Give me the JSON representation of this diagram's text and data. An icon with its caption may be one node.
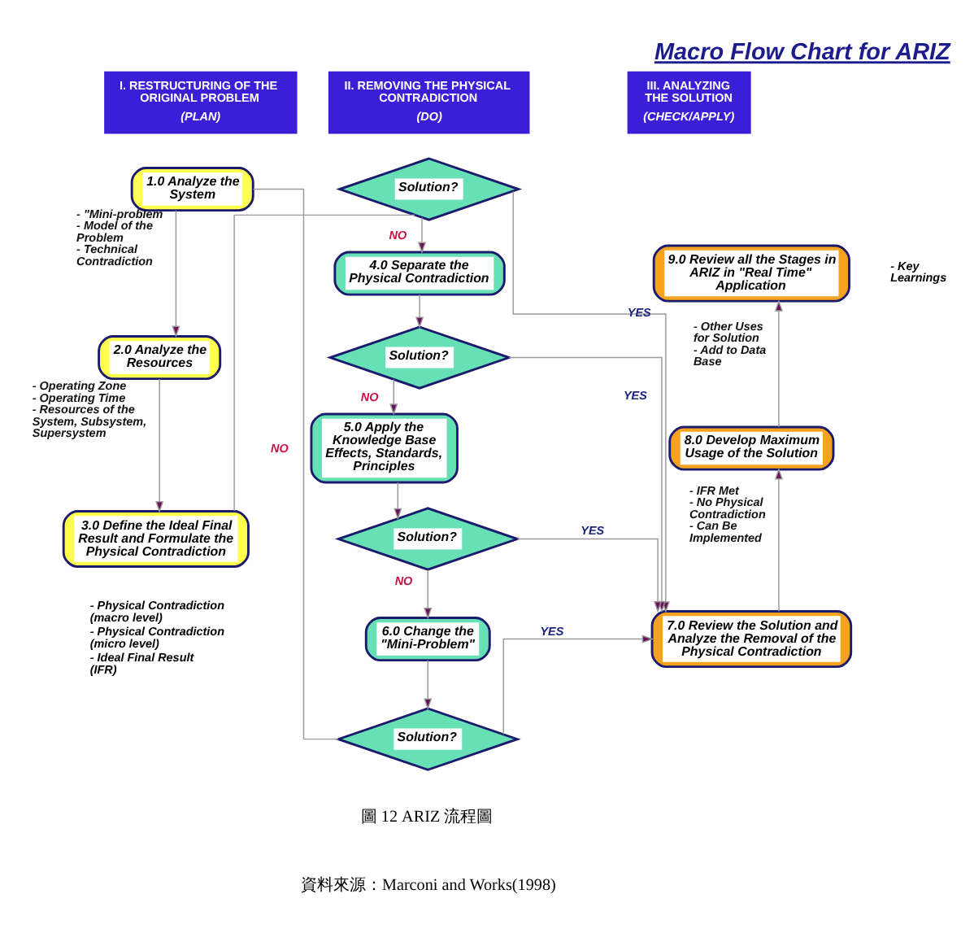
{
  "diagram": {
    "title": "Macro Flow Chart for ARIZ",
    "caption": "圖 12 ARIZ 流程圖",
    "nodes": [
      {
        "text": [
          "I. RESTRUCTURING OF THE ORIGINAL PROBLEM",
          "(PLAN)"
        ]
      },
      {
        "text": [
          "1.0 Analyze the System"
        ]
      },
      {
        "text": [
          "2.0 Analyze the Resources"
        ]
      },
      {
        "text": [
          "3.0 Define the Ideal Final Result and Formulate the Physical Contradiction"
        ],
        "beside": [
          "- Physical Contradiction (macro level)",
          "- Physical Contradiction (micro level)",
          "- Ideal Final Result (IFR)"
        ]
      },
      {
        "text": [
          "II. REMOVING THE PHYSICAL CONTRADICTION",
          "(DO)"
        ]
      },
      {
        "text": [
          "Solution?"
        ]
      },
      {
        "text": [
          "4.0 Separate the Physical Contradiction"
        ]
      },
      {
        "text": [
          "Solution?"
        ]
      },
      {
        "text": [
          "5.0 Apply the Knowledge Base Effects, Standards, Principles"
        ]
      },
      {
        "text": [
          "Solution?"
        ]
      },
      {
        "text": [
          "6.0 Change the \"Mini-Problem\""
        ]
      },
      {
        "text": [
          "Solution?"
        ]
      },
      {
        "text": [
          "III. ANALYZING THE SOLUTION",
          "(CHECK/APPLY)"
        ]
      },
      {
        "text": [
          "9.0 Review all the Stages in ARIZ in \"Real Time\" Application"
        ],
        "beside": [
          "- Key Learnings"
        ]
      },
      {
        "text": [
          "8.0 Develop Maximum Usage of the Solution"
        ]
      },
      {
        "text": [
          "7.0 Review the Solution and Analyze the Removal of the Physical Contradiction"
        ]
      }
    ],
    "edges": [
      {
        "from": 1,
        "to": 2,
        "arrow": "to",
        "label": "- \"Mini-problem - Model of the Problem - Technical Contradiction"
      },
      {
        "from": 2,
        "to": 3,
        "arrow": "to",
        "label": "- Operating Zone - Operating Time - Resources of the System, Subsystem, Supersystem"
      },
      {
        "from": 3,
        "to": 5,
        "arrow": "none"
      },
      {
        "from": 5,
        "to": 6,
        "arrow": "to",
        "label": "NO"
      },
      {
        "from": 5,
        "to": 15,
        "arrow": "to",
        "label": "YES"
      },
      {
        "from": 6,
        "to": 7,
        "arrow": "to"
      },
      {
        "from": 7,
        "to": 8,
        "arrow": "to",
        "label": "NO"
      },
      {
        "from": 7,
        "to": 15,
        "arrow": "to",
        "label": "YES"
      },
      {
        "from": 8,
        "to": 9,
        "arrow": "to"
      },
      {
        "from": 9,
        "to": 10,
        "arrow": "to",
        "label": "NO"
      },
      {
        "from": 9,
        "to": 15,
        "arrow": "to",
        "label": "YES"
      },
      {
        "from": 10,
        "to": 11,
        "arrow": "to"
      },
      {
        "from": 11,
        "to": 15,
        "arrow": "to",
        "label": "YES"
      },
      {
        "from": 11,
        "to": 1,
        "arrow": "none",
        "label": "NO"
      },
      {
        "from": 15,
        "to": 14,
        "arrow": "to",
        "label": "- IFR Met - No Physical Contradiction - Can Be Implemented"
      },
      {
        "from": 14,
        "to": 13,
        "arrow": "to",
        "label": "- Other Uses for Solution - Add to Data Base"
      }
    ],
    "labels": [
      "資料來源：Marconi and Works(1998)"
    ]
  }
}
